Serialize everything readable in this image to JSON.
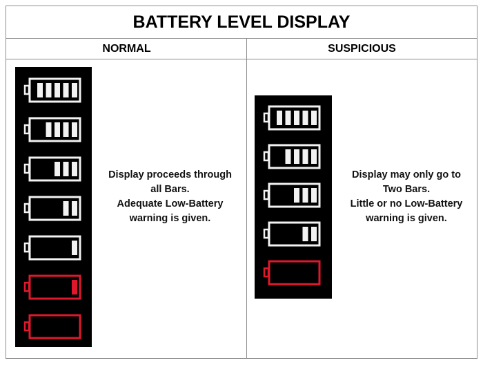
{
  "title": "BATTERY LEVEL DISPLAY",
  "columns": [
    {
      "header": "NORMAL",
      "description": [
        "Display proceeds through",
        "all Bars.",
        "Adequate Low-Battery",
        "warning is given."
      ],
      "batteries": [
        {
          "bars": 5,
          "color": "#f2f2f2"
        },
        {
          "bars": 4,
          "color": "#f2f2f2"
        },
        {
          "bars": 3,
          "color": "#f2f2f2"
        },
        {
          "bars": 2,
          "color": "#f2f2f2"
        },
        {
          "bars": 1,
          "color": "#f2f2f2"
        },
        {
          "bars": 1,
          "color": "#e0182d"
        },
        {
          "bars": 0,
          "color": "#e0182d"
        }
      ]
    },
    {
      "header": "SUSPICIOUS",
      "description": [
        "Display may only go to",
        "Two Bars.",
        "Little or no Low-Battery",
        "warning is given."
      ],
      "batteries": [
        {
          "bars": 5,
          "color": "#f2f2f2"
        },
        {
          "bars": 4,
          "color": "#f2f2f2"
        },
        {
          "bars": 3,
          "color": "#f2f2f2"
        },
        {
          "bars": 2,
          "color": "#f2f2f2"
        },
        {
          "bars": 0,
          "color": "#e0182d"
        }
      ]
    }
  ]
}
